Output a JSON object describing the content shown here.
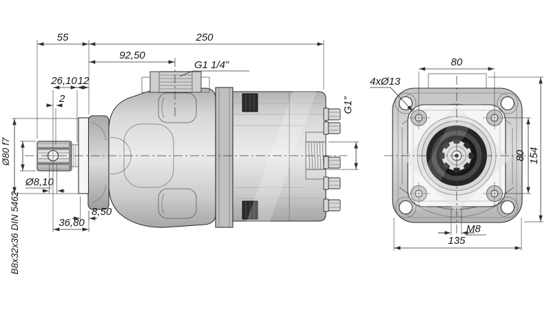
{
  "drawing_type": "technical-drawing-two-views",
  "colors": {
    "background": "#ffffff",
    "line": "#2f2f2f",
    "body_light": "#e9e9e9",
    "body_mid": "#c9c9c9",
    "body_dark": "#9e9e9e",
    "seal_dark": "#1e1e1e",
    "hatch": "#444444"
  },
  "side_view": {
    "dims": {
      "shaft_length": "55",
      "total_length": "250",
      "port_position": "92,50",
      "top_port_thread": "G1 1/4”",
      "hole_to_shaft_end": "26,10",
      "step_width": "12",
      "groove": "2",
      "pilot_diameter": "Ø80 f7",
      "cross_hole_diameter": "Ø8,10",
      "spline_spec": "B8x32x36 DIN 5462",
      "plate_thickness": "8,50",
      "hole_to_flange": "36,80",
      "rear_port_thread": "G1”"
    }
  },
  "front_view": {
    "dims": {
      "port_width": "80",
      "mount_holes": "4xØ13",
      "stud_spacing_vertical": "80",
      "overall_height": "154",
      "stud_thread": "M8",
      "overall_width": "135"
    }
  }
}
